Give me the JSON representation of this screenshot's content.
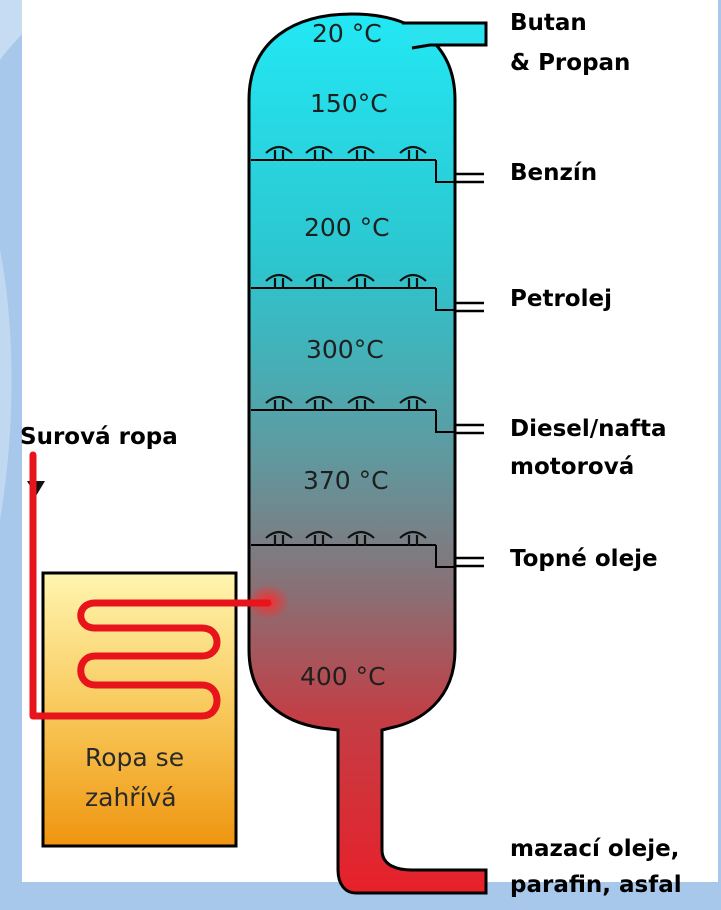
{
  "column": {
    "temperatures": [
      "20 °C",
      "150°C",
      "200 °C",
      "300°C",
      "370 °C",
      "400 °C"
    ]
  },
  "products": {
    "butane_line1": "Butan",
    "butane_line2": "& Propan",
    "benzin": "Benzín",
    "petrolej": "Petrolej",
    "diesel_line1": "Diesel/nafta",
    "diesel_line2": "motorová",
    "topne_oleje": "Topné oleje",
    "bottom_line1": "mazací oleje,",
    "bottom_line2": "parafin, asfal"
  },
  "feed": {
    "label": "Surová ropa"
  },
  "heater": {
    "line1": "Ropa se",
    "line2": "zahřívá"
  },
  "colors": {
    "column_top": "#26e0ee",
    "column_middle": "#4aa3ad",
    "column_bottom": "#e2232c",
    "pipe": "#e8141c",
    "heater_top": "#fff2a6",
    "heater_bottom": "#f09a14",
    "frame": "#a7c8ea"
  }
}
